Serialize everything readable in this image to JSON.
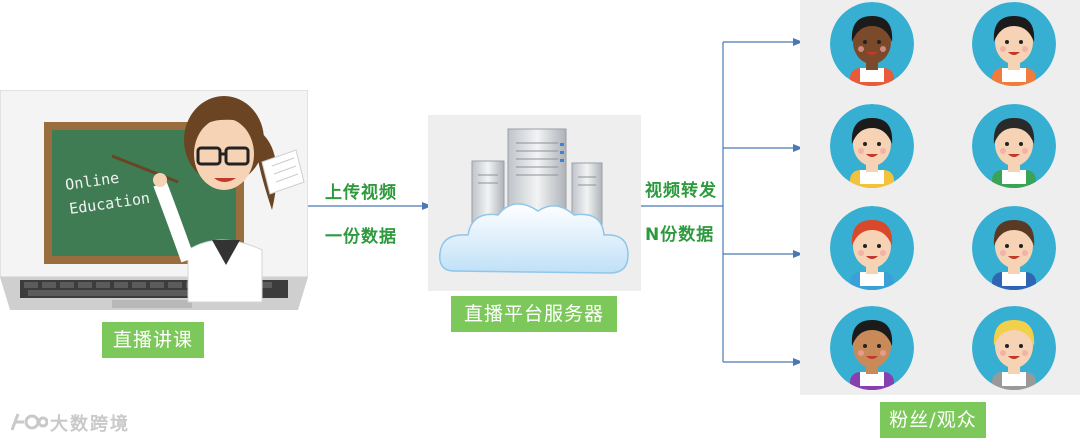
{
  "teacher": {
    "board_line1": "Online",
    "board_line2": "Education",
    "caption": "直播讲课"
  },
  "upload": {
    "line1": "上传视频",
    "line2": "一份数据"
  },
  "server": {
    "caption": "直播平台服务器"
  },
  "forward": {
    "line1": "视频转发",
    "line2": "N份数据"
  },
  "audience": {
    "caption": "粉丝/观众",
    "avatars": [
      {
        "skin": "#7a4a2a",
        "hair": "#1b1b1b",
        "shirt": "#e85a3a"
      },
      {
        "skin": "#f6d3b5",
        "hair": "#1b1b1b",
        "shirt": "#ef7b3c"
      },
      {
        "skin": "#f6d3b5",
        "hair": "#1b1b1b",
        "shirt": "#f2c23a"
      },
      {
        "skin": "#f6d3b5",
        "hair": "#2a2a2a",
        "shirt": "#3aa356"
      },
      {
        "skin": "#f6d3b5",
        "hair": "#d9482b",
        "shirt": "#3aa0d8"
      },
      {
        "skin": "#f6d3b5",
        "hair": "#5a3a24",
        "shirt": "#2f66b3"
      },
      {
        "skin": "#c98a5a",
        "hair": "#1b1b1b",
        "shirt": "#8a3fb0"
      },
      {
        "skin": "#f6d3b5",
        "hair": "#f2d04a",
        "shirt": "#999999"
      }
    ]
  },
  "watermark": "大数跨境",
  "colors": {
    "caption_bg": "#7dc85a",
    "label_text": "#2e9a3e",
    "arrow": "#4a78b5",
    "avatar_bg": "#37afd2"
  }
}
